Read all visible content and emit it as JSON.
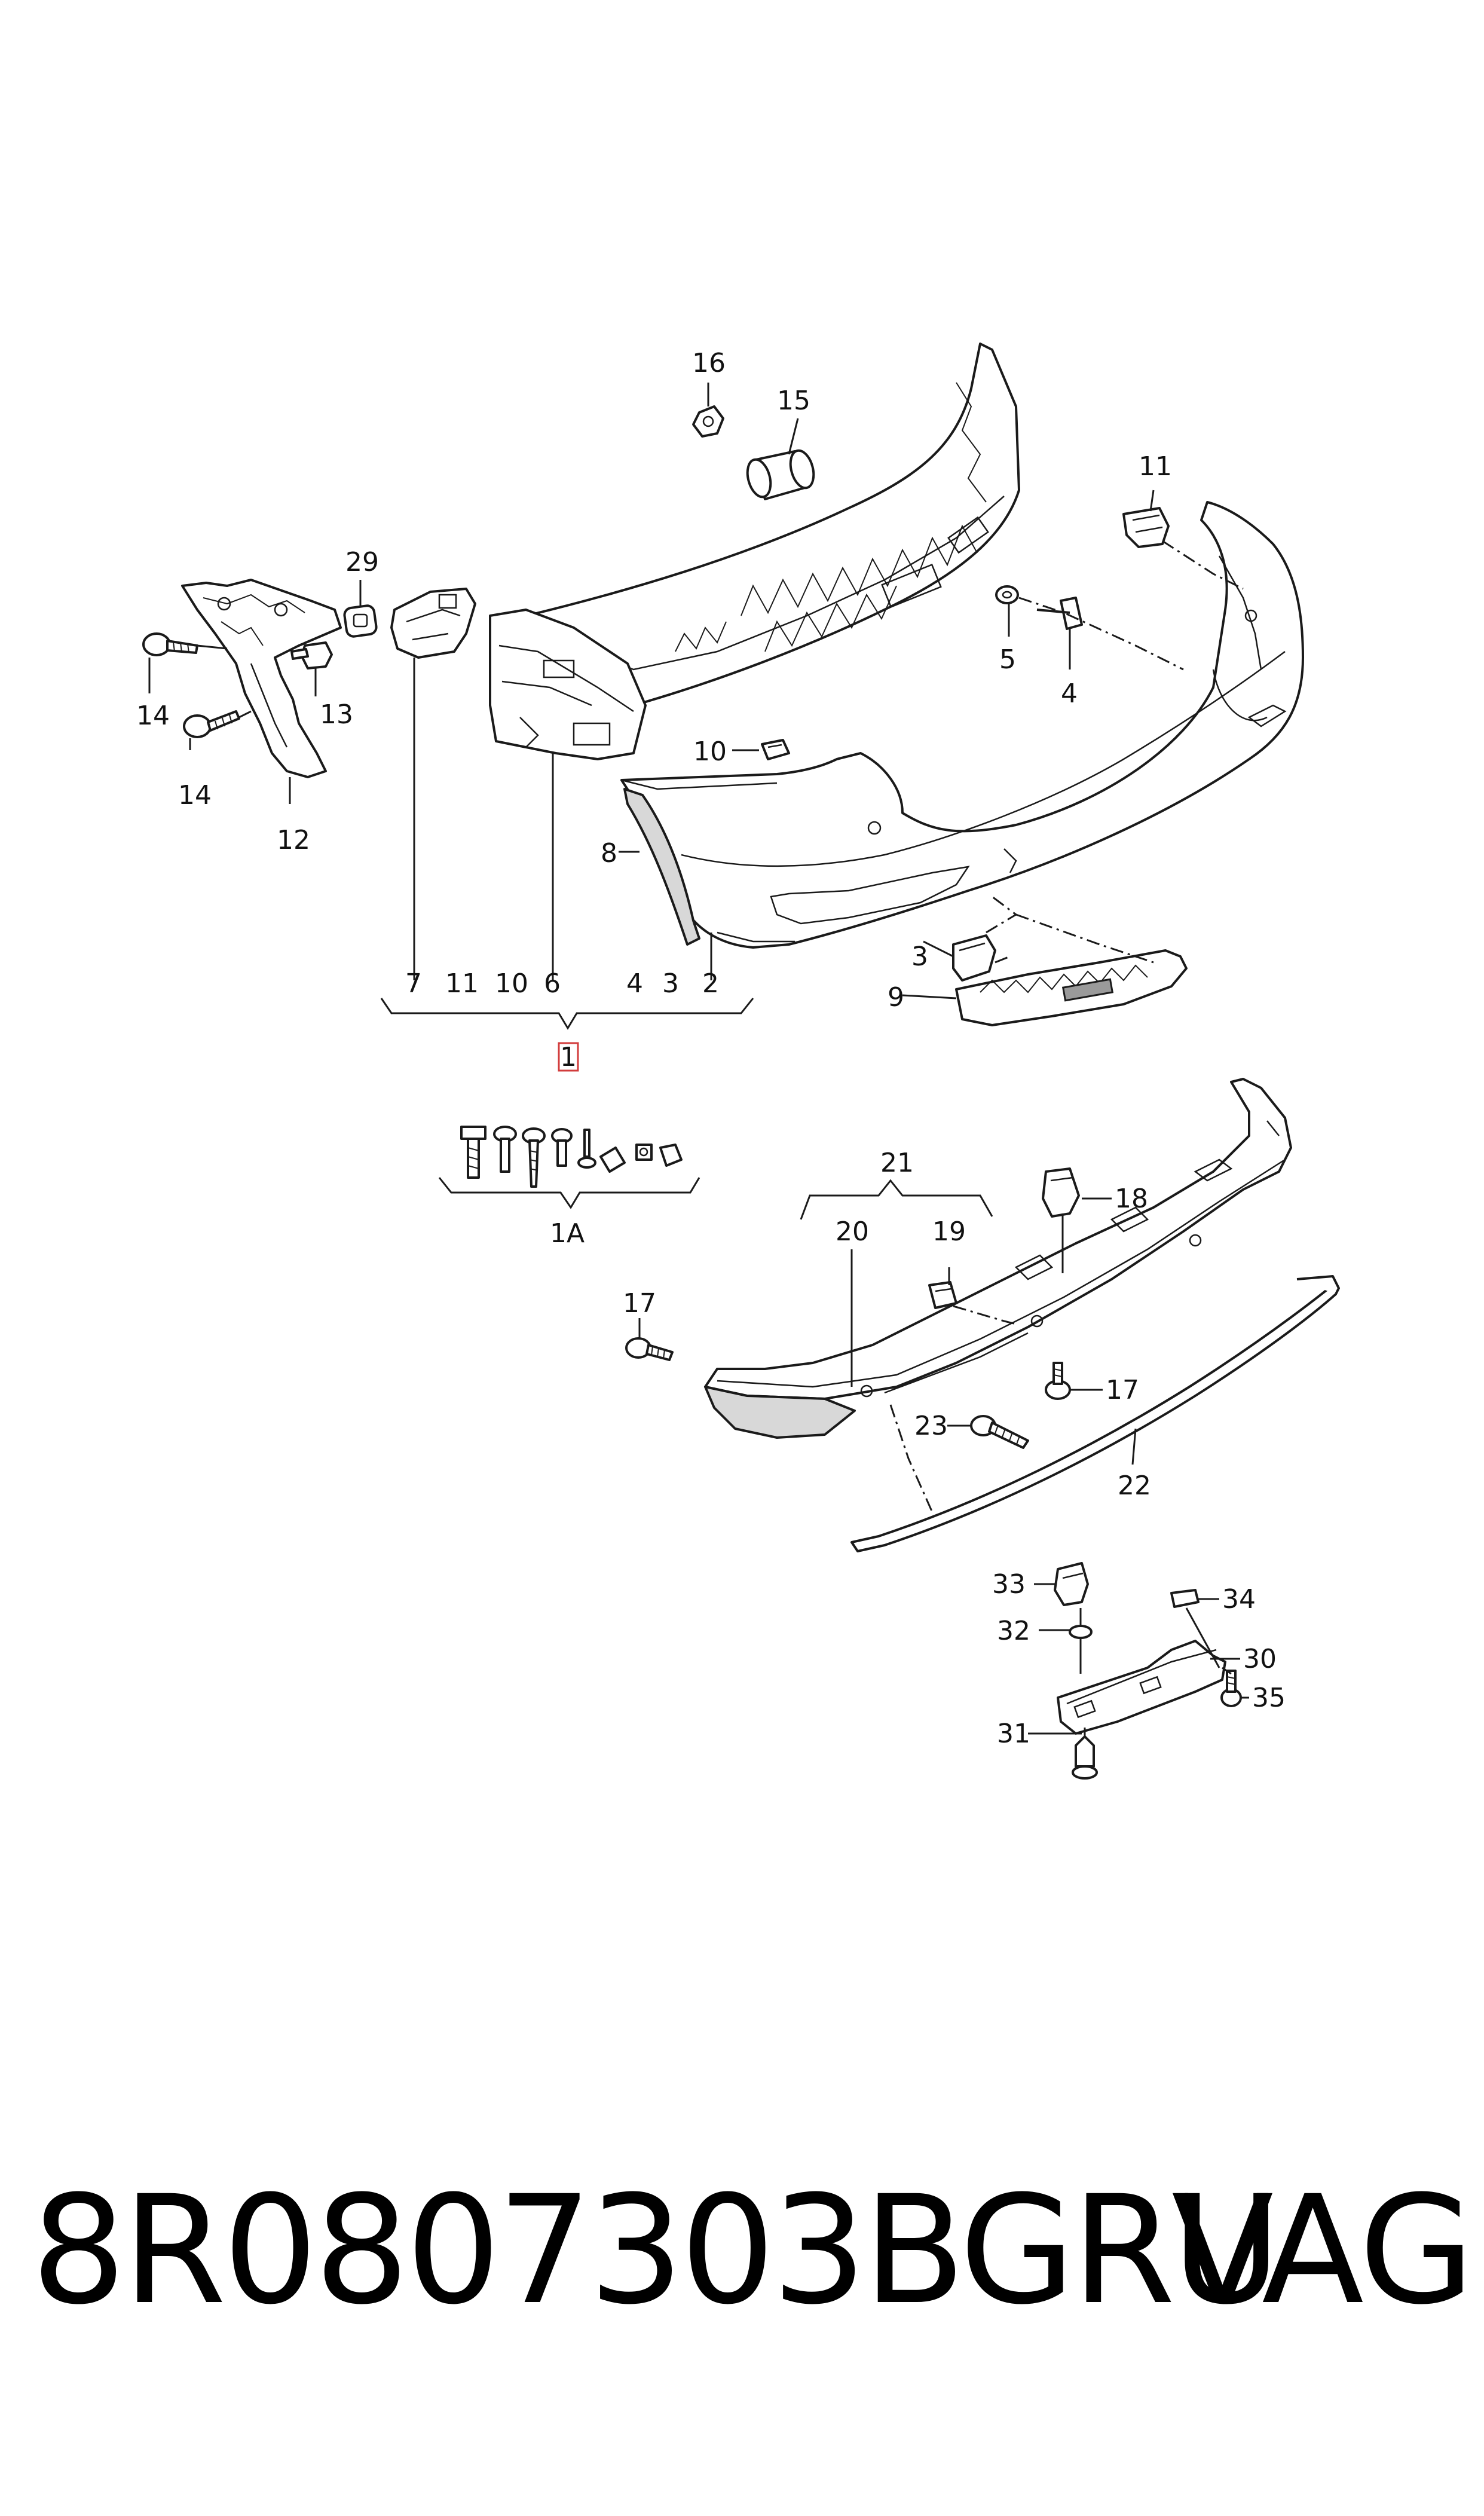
{
  "callouts": {
    "c16": "16",
    "c15": "15",
    "c11": "11",
    "c29": "29",
    "c14a": "14",
    "c13": "13",
    "c14b": "14",
    "c12": "12",
    "c5": "5",
    "c4": "4",
    "c10": "10",
    "c8": "8",
    "c3": "3",
    "c9": "9",
    "g7": "7",
    "g11": "11",
    "g10": "10",
    "g6": "6",
    "g4": "4",
    "g3": "3",
    "g2": "2",
    "g1": "1",
    "g1a": "1A",
    "c21": "21",
    "c20": "20",
    "c19": "19",
    "c18": "18",
    "c17a": "17",
    "c17b": "17",
    "c23": "23",
    "c22": "22",
    "c33": "33",
    "c34": "34",
    "c32": "32",
    "c30": "30",
    "c35": "35",
    "c31": "31"
  },
  "footer": {
    "part_number": "8R0807303BGRU",
    "brand": "VAG"
  }
}
